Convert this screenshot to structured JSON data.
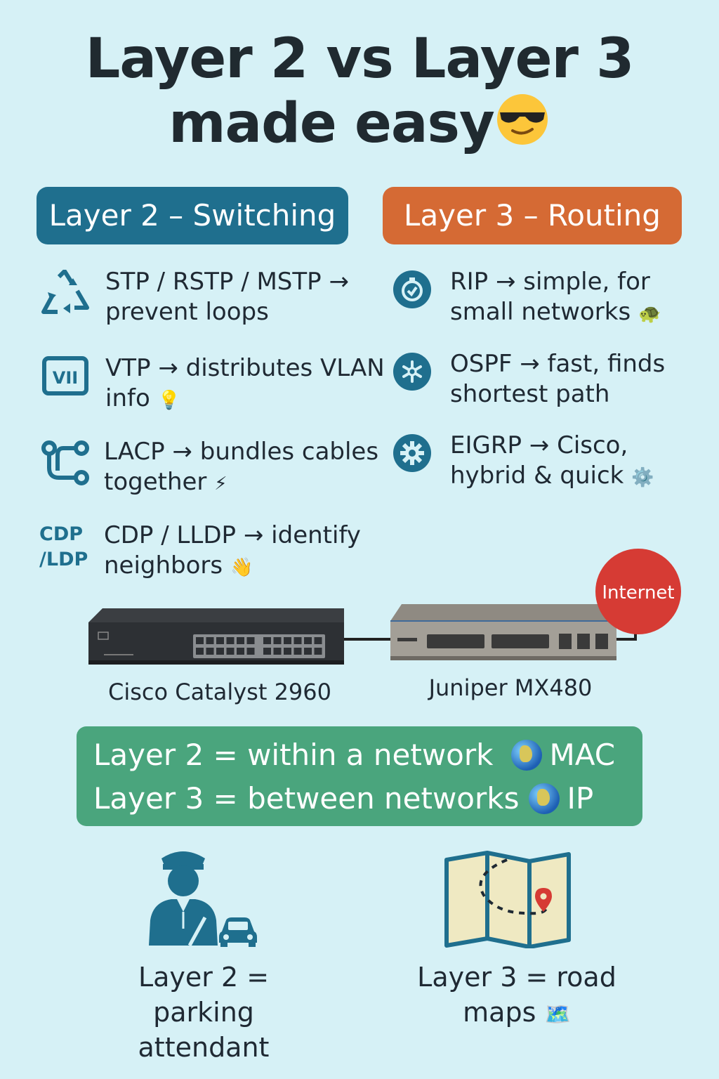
{
  "title": {
    "line1": "Layer 2 vs Layer  3",
    "line2": "made easy",
    "emoji": "😎"
  },
  "layer2": {
    "header": "Layer 2 – Switching",
    "items": [
      {
        "icon": "recycle-icon",
        "text": "STP / RSTP / MSTP → prevent loops",
        "emoji": ""
      },
      {
        "icon": "vlan-icon",
        "text": "VTP → distributes VLAN info",
        "emoji": "💡"
      },
      {
        "icon": "link-aggregation-icon",
        "text": "LACP → bundles cables together",
        "emoji": "⚡"
      },
      {
        "icon": "cdp-lldp-icon",
        "icon_text": "CDP /LDP",
        "text": "CDP / LLDP → identify neighbors",
        "emoji": "👋"
      }
    ]
  },
  "layer3": {
    "header": "Layer 3 – Routing",
    "items": [
      {
        "icon": "timer-icon",
        "text": "RIP → simple, for small networks",
        "emoji": "🐢"
      },
      {
        "icon": "snowflake-icon",
        "text": "OSPF → fast, finds shortest path",
        "emoji": ""
      },
      {
        "icon": "gear-icon",
        "text": "EIGRP → Cisco, hybrid & quick",
        "emoji": "⚙️"
      }
    ]
  },
  "devices": {
    "switch_label": "Cisco Catalyst 2960",
    "router_label": "Juniper MX480",
    "internet_label": "Internet"
  },
  "summary": {
    "line1": "Layer 2 = within a network",
    "line1_tag": "MAC",
    "line2": "Layer 3 = between networks",
    "line2_tag": "IP"
  },
  "analogies": {
    "layer2": "Layer 2 = parking attendant",
    "layer3": "Layer 3 = road maps",
    "layer3_emoji": "🗺️"
  },
  "colors": {
    "background": "#d6f1f6",
    "layer2": "#1f6f8e",
    "layer3": "#d56a34",
    "summary": "#4aa57d",
    "internet": "#d63b34"
  }
}
